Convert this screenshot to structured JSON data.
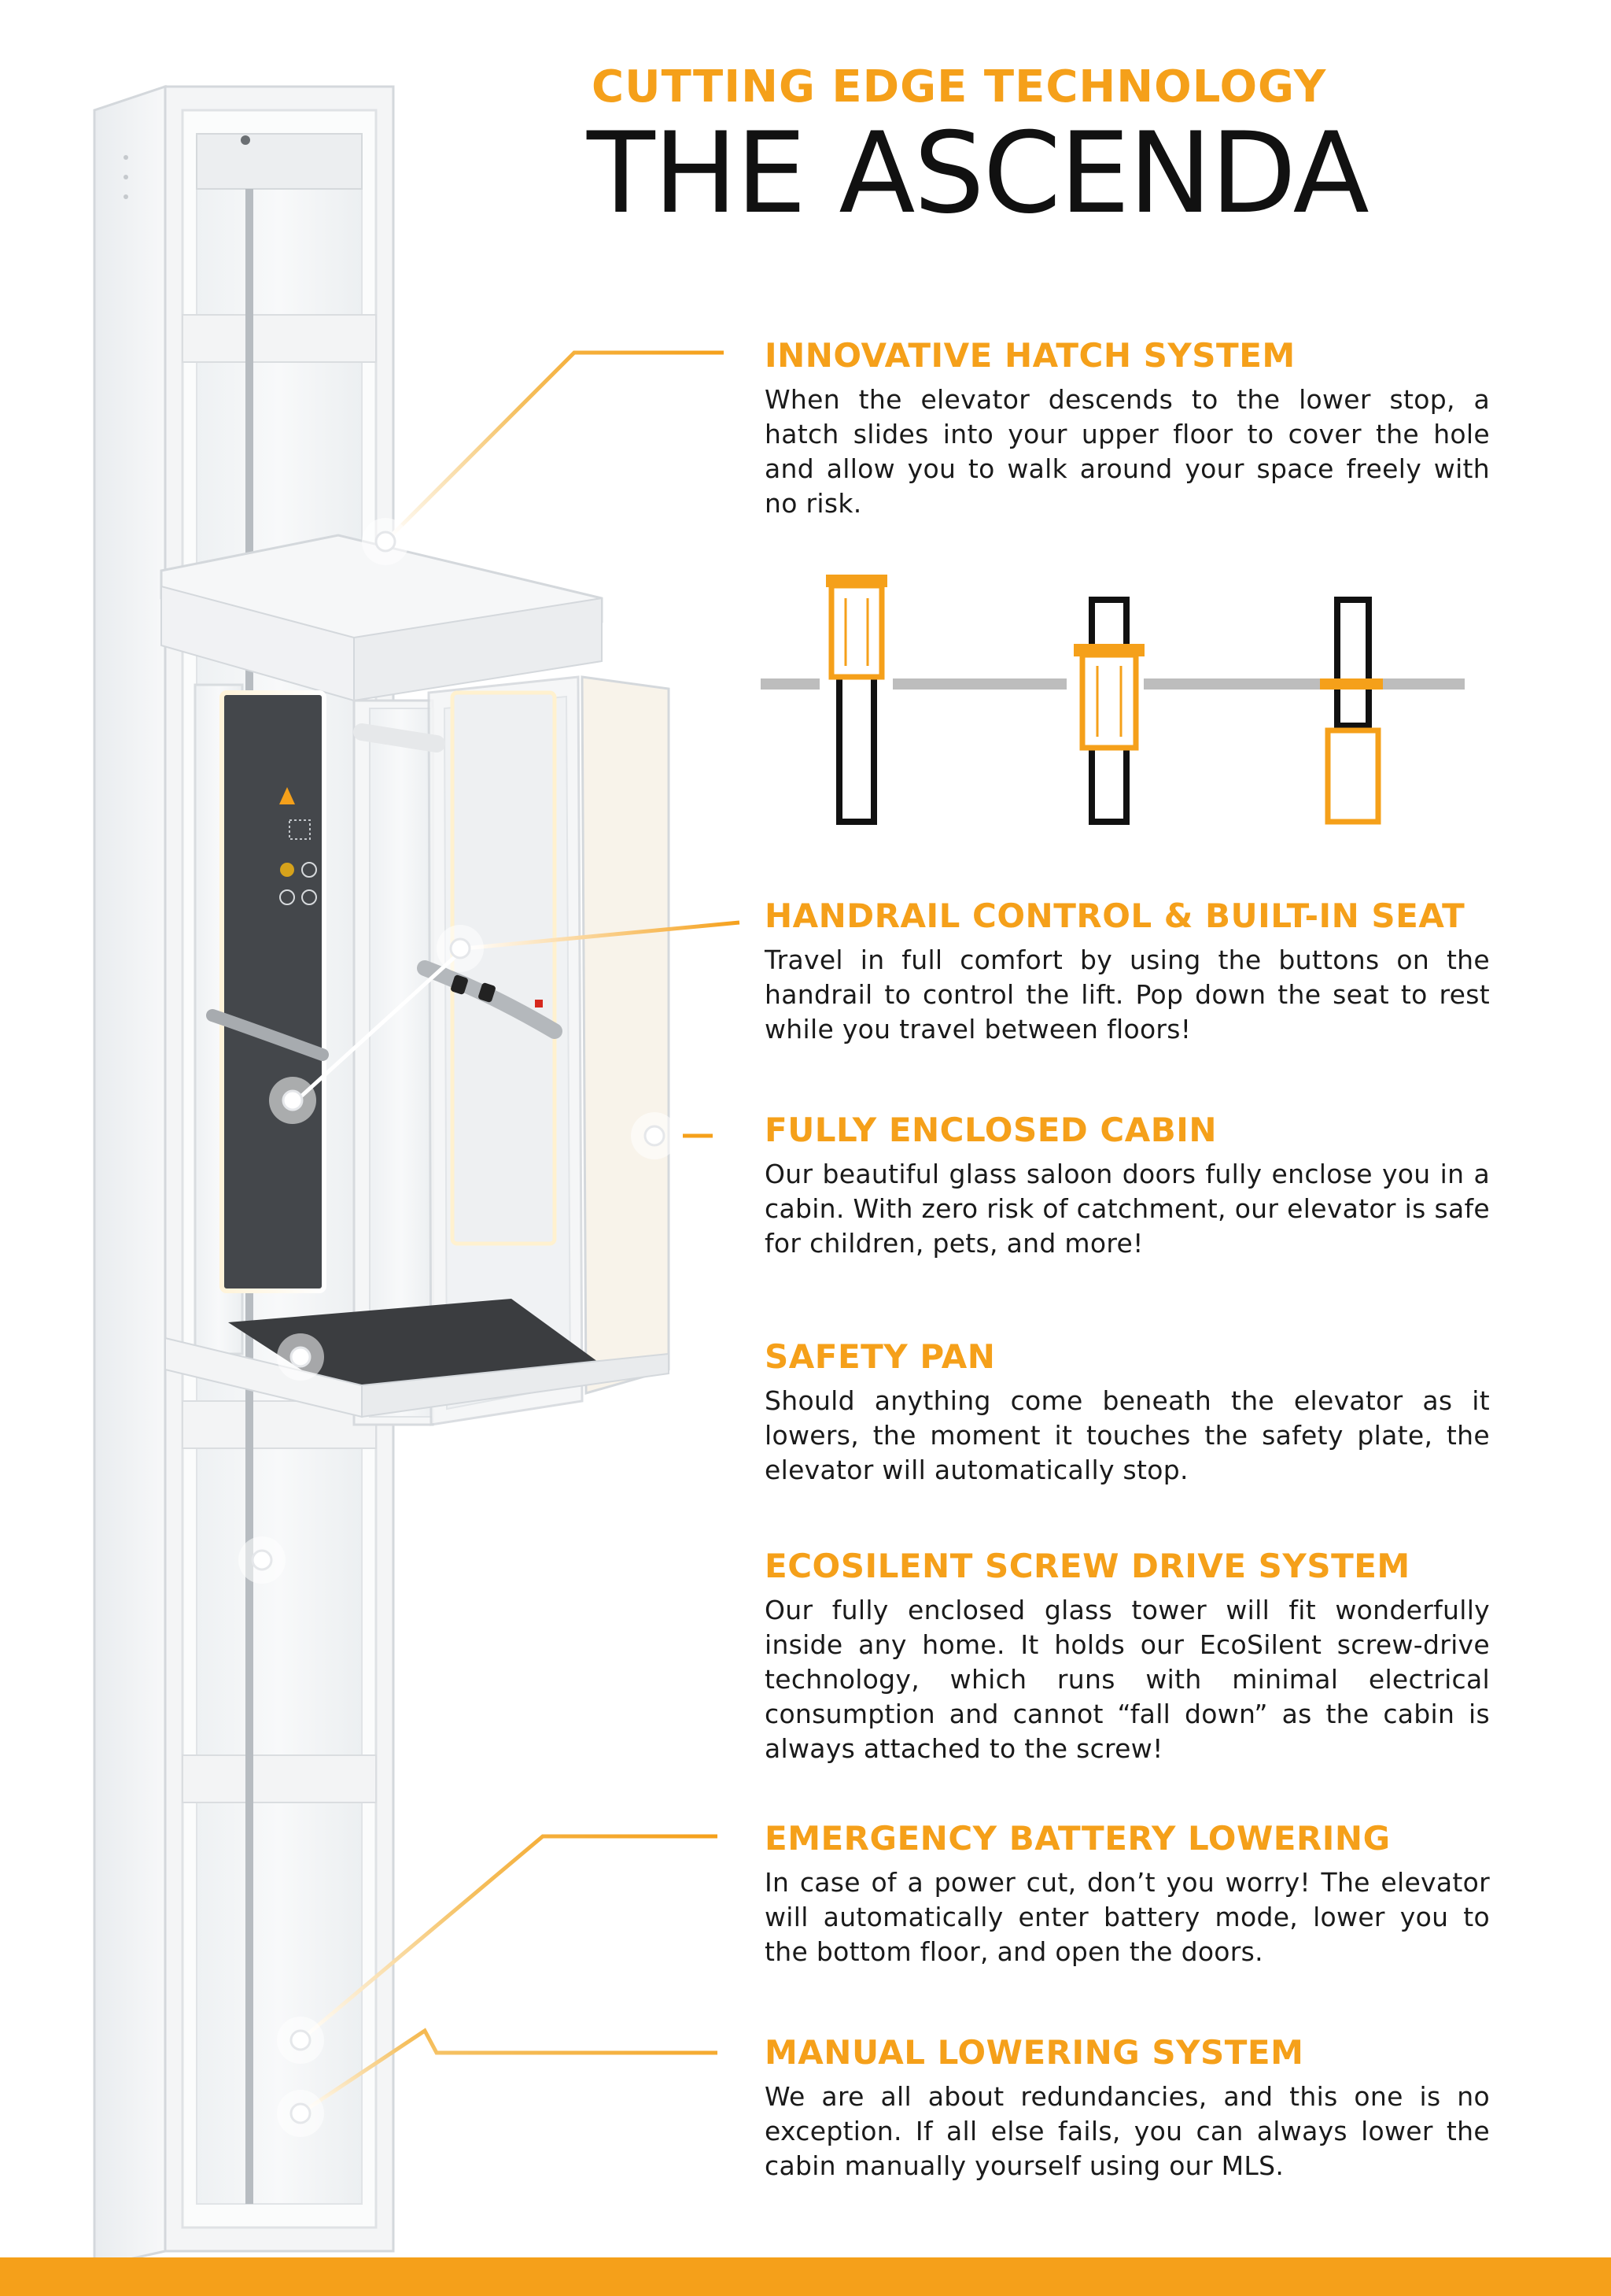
{
  "header": {
    "eyebrow": "CUTTING EDGE TECHNOLOGY",
    "title": "THE ASCENDA"
  },
  "features": [
    {
      "title": "INNOVATIVE HATCH SYSTEM",
      "text": "When the elevator descends to the lower stop, a hatch slides into your upper floor to cover the hole and allow you to walk around your space freely with no risk."
    },
    {
      "title": "HANDRAIL CONTROL & BUILT-IN SEAT",
      "text": "Travel in full comfort by using the buttons on the handrail to control the lift. Pop down the seat to rest while you travel between floors!"
    },
    {
      "title": "FULLY ENCLOSED CABIN",
      "text": "Our beautiful glass saloon doors fully enclose you in a cabin. With zero risk of catchment, our elevator is safe for children, pets, and more!"
    },
    {
      "title": "SAFETY PAN",
      "text": "Should anything come beneath the elevator as it lowers, the moment it touches the safety plate, the elevator will automatically stop."
    },
    {
      "title": "ECOSILENT SCREW DRIVE SYSTEM",
      "text": "Our fully enclosed glass tower will fit wonderfully inside any home. It holds our EcoSilent screw-drive technology, which runs with minimal electrical consumption and cannot “fall down” as the cabin is always attached to the screw!"
    },
    {
      "title": "EMERGENCY BATTERY LOWERING",
      "text": "In case of a power cut, don’t you worry! The elevator will automatically enter battery mode, lower you to the bottom floor, and open the doors."
    },
    {
      "title": "MANUAL LOWERING SYSTEM",
      "text": "We are all about redundancies, and this one is no exception. If all else fails, you can always lower the cabin manually yourself using our MLS."
    }
  ],
  "colors": {
    "accent": "#f5a01a",
    "text": "#111111",
    "floor": "#bdbdbd"
  },
  "hatch_diagram_icons": [
    "hatch-stage-1-icon",
    "hatch-stage-2-icon",
    "hatch-stage-3-icon"
  ]
}
